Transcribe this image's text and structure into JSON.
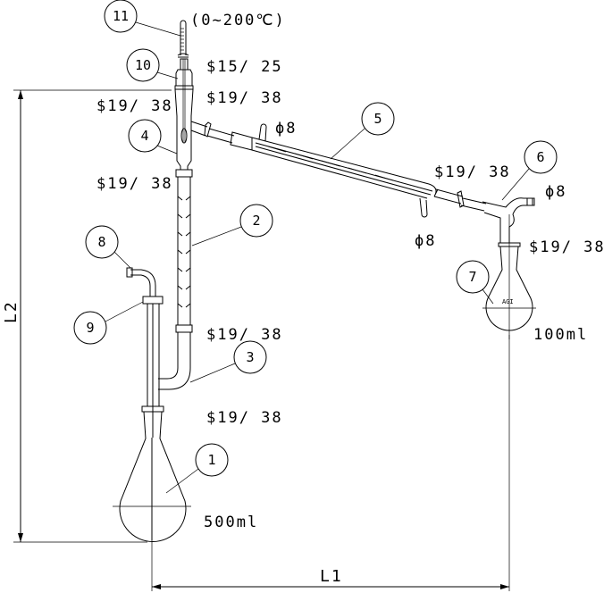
{
  "title": "Distillation apparatus drawing",
  "callouts": [
    "1",
    "2",
    "3",
    "4",
    "5",
    "6",
    "7",
    "8",
    "9",
    "10",
    "11"
  ],
  "labels": {
    "thermometer_range": "(0~200℃)",
    "joint_15_25": "$15/ 25",
    "joint_top_right": "$19/ 38",
    "joint_top_left": "$19/ 38",
    "joint_below_4": "$19/ 38",
    "joint_condenser_end": "$19/ 38",
    "joint_receiver": "$19/ 38",
    "joint_column_bottom": "$19/ 38",
    "joint_flask": "$19/ 38",
    "phi_condenser_top": "ϕ8",
    "phi_condenser_bottom": "ϕ8",
    "phi_vacuum": "ϕ8",
    "receiver_volume": "100ml",
    "flask_volume": "500ml",
    "flask_mark": "AGI",
    "dim_L1": "L1",
    "dim_L2": "L2"
  }
}
